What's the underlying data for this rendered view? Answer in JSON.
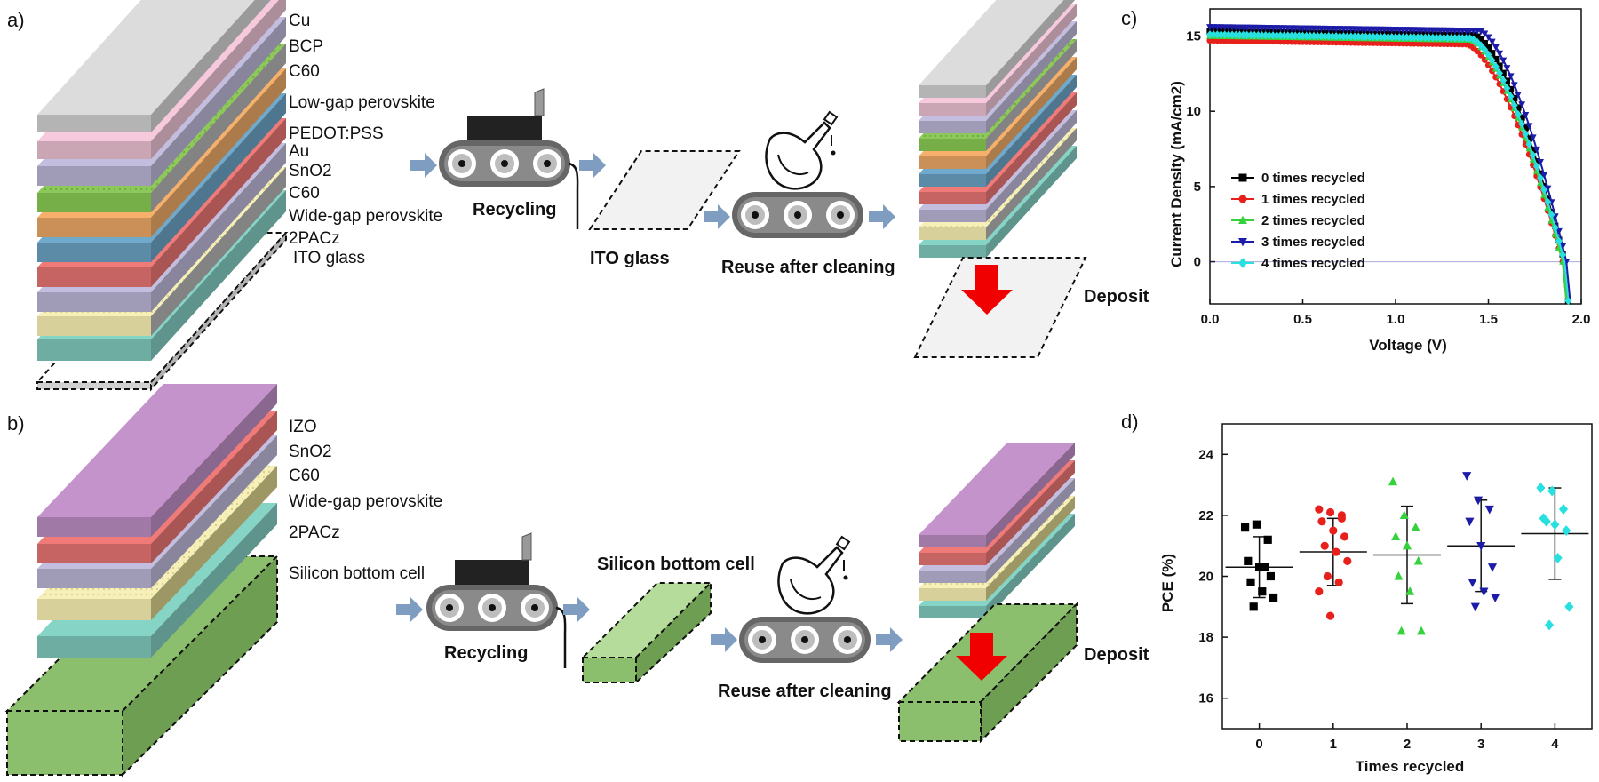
{
  "panels": {
    "a": "a)",
    "b": "b)",
    "c": "c)",
    "d": "d)"
  },
  "colors": {
    "cu": "#dcdcdc",
    "bcp": "#f6c9dc",
    "c60": "#c3bee0",
    "low_gap": "#8cc85a",
    "pedot": "#f6b06b",
    "au": "#6fa9cc",
    "sno2": "#f07a78",
    "wide_gap": "#f6f0b8",
    "pacz": "#86d4c6",
    "izo": "#c493cc",
    "silicon": "#8cbf6d",
    "arrow": "#7f9cc1",
    "red_arrow": "#f00000"
  },
  "panel_a": {
    "layers": [
      "Cu",
      "BCP",
      "C60",
      "Low-gap perovskite",
      "PEDOT:PSS",
      "Au",
      "SnO2",
      "C60",
      "Wide-gap perovskite",
      "2PACz",
      "ITO glass"
    ],
    "recycling": "Recycling",
    "substrate": "ITO glass",
    "reuse": "Reuse after cleaning",
    "deposit": "Deposit"
  },
  "panel_b": {
    "layers": [
      "IZO",
      "SnO2",
      "C60",
      "Wide-gap perovskite",
      "2PACz",
      "Silicon bottom cell"
    ],
    "recycling": "Recycling",
    "substrate": "Silicon bottom cell",
    "reuse": "Reuse after cleaning",
    "deposit": "Deposit"
  },
  "chart_data": [
    {
      "type": "line",
      "xlabel": "Voltage (V)",
      "ylabel": "Current Density (mA/cm2)",
      "xlim": [
        0,
        2.0
      ],
      "ylim": [
        -2.8,
        16.8
      ],
      "xticks": [
        "0.0",
        "0.5",
        "1.0",
        "1.5",
        "2.0"
      ],
      "yticks": [
        "0",
        "5",
        "10",
        "15"
      ],
      "legend_position": "lower-left",
      "series": [
        {
          "name": "0 times recycled",
          "color": "#000000",
          "marker": "square",
          "jsc": 15.3,
          "voc": 1.91,
          "knee": 1.42
        },
        {
          "name": "1 times recycled",
          "color": "#e8201c",
          "marker": "circle",
          "jsc": 14.7,
          "voc": 1.9,
          "knee": 1.38
        },
        {
          "name": "2 times recycled",
          "color": "#34d33c",
          "marker": "triangle-up",
          "jsc": 15.0,
          "voc": 1.9,
          "knee": 1.4
        },
        {
          "name": "3 times recycled",
          "color": "#1c1ca8",
          "marker": "triangle-down",
          "jsc": 15.6,
          "voc": 1.92,
          "knee": 1.45
        },
        {
          "name": "4 times recycled",
          "color": "#28e0e0",
          "marker": "diamond",
          "jsc": 15.1,
          "voc": 1.91,
          "knee": 1.4
        }
      ]
    },
    {
      "type": "scatter",
      "xlabel": "Times recycled",
      "ylabel": "PCE (%)",
      "ylim": [
        15,
        25
      ],
      "xticks": [
        "0",
        "1",
        "2",
        "3",
        "4"
      ],
      "yticks": [
        "16",
        "18",
        "20",
        "22",
        "24"
      ],
      "groups": [
        {
          "x": 0,
          "color": "#000000",
          "marker": "square",
          "mean": 20.3,
          "sd": 1.0,
          "values": [
            21.6,
            21.7,
            21.2,
            20.5,
            20.3,
            20.0,
            19.8,
            19.5,
            19.3,
            19.0,
            20.3
          ]
        },
        {
          "x": 1,
          "color": "#e8201c",
          "marker": "circle",
          "mean": 20.8,
          "sd": 1.1,
          "values": [
            22.2,
            22.1,
            22.0,
            21.8,
            21.5,
            21.3,
            21.0,
            20.8,
            20.5,
            20.0,
            19.8,
            19.5,
            18.7,
            21.9
          ]
        },
        {
          "x": 2,
          "color": "#34d33c",
          "marker": "triangle-up",
          "mean": 20.7,
          "sd": 1.6,
          "values": [
            23.1,
            22.0,
            21.6,
            21.3,
            21.0,
            20.5,
            20.0,
            19.5,
            18.2,
            18.2
          ]
        },
        {
          "x": 3,
          "color": "#1c1ca8",
          "marker": "triangle-down",
          "mean": 21.0,
          "sd": 1.5,
          "values": [
            23.3,
            22.5,
            22.2,
            21.8,
            21.0,
            20.3,
            19.8,
            19.5,
            19.3,
            19.0
          ]
        },
        {
          "x": 4,
          "color": "#28e0e0",
          "marker": "diamond",
          "mean": 21.4,
          "sd": 1.5,
          "values": [
            22.9,
            22.8,
            22.2,
            21.9,
            21.7,
            21.5,
            21.8,
            20.6,
            19.0,
            18.4
          ]
        }
      ]
    }
  ]
}
